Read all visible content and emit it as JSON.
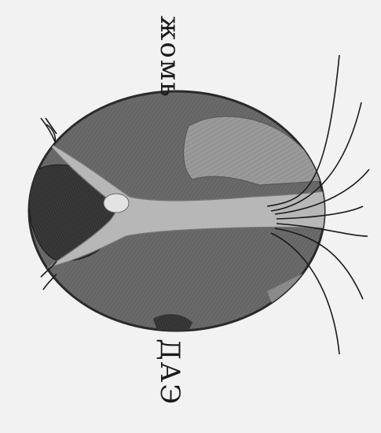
{
  "image": {
    "kind": "pencil drawing of an egg-shaped world, photographed rotated",
    "handwriting_top": "жомь",
    "handwriting_bottom": "ДАЭ"
  },
  "colors": {
    "paper": "#f2f2f2",
    "globe": "#6d6d6d",
    "dark_patch": "#3c3c3c",
    "light_path": "#b8b8b8",
    "ink": "#1a1a1a"
  }
}
